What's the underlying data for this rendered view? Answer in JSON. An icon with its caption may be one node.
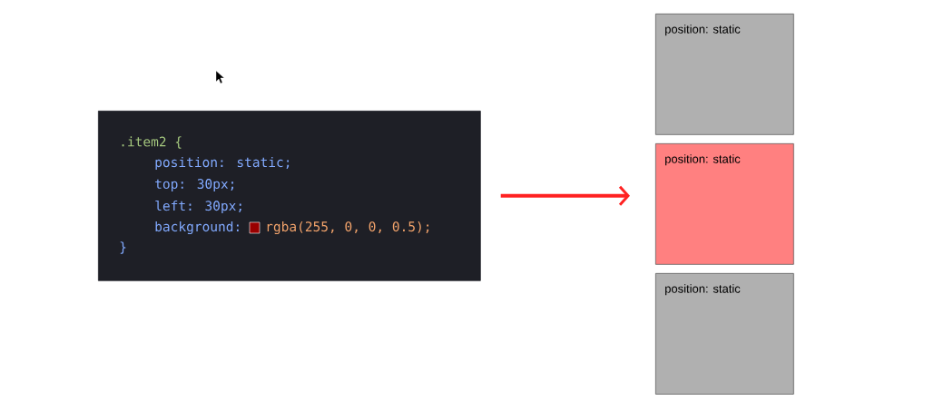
{
  "diagram": {
    "nodes": [
      {
        "text": [
          ".item2 {",
          "position: static;",
          "top: 30px;",
          "left: 30px;",
          "background:",
          "rgba(255, 0, 0, 0.5);",
          "}"
        ]
      },
      {
        "text": [
          "position: static"
        ]
      },
      {
        "text": [
          "position: static"
        ]
      },
      {
        "text": [
          "position: static"
        ]
      }
    ],
    "edges": [
      {
        "from": 0,
        "to": 2,
        "arrow": "to",
        "color": "#ff2222"
      }
    ]
  }
}
